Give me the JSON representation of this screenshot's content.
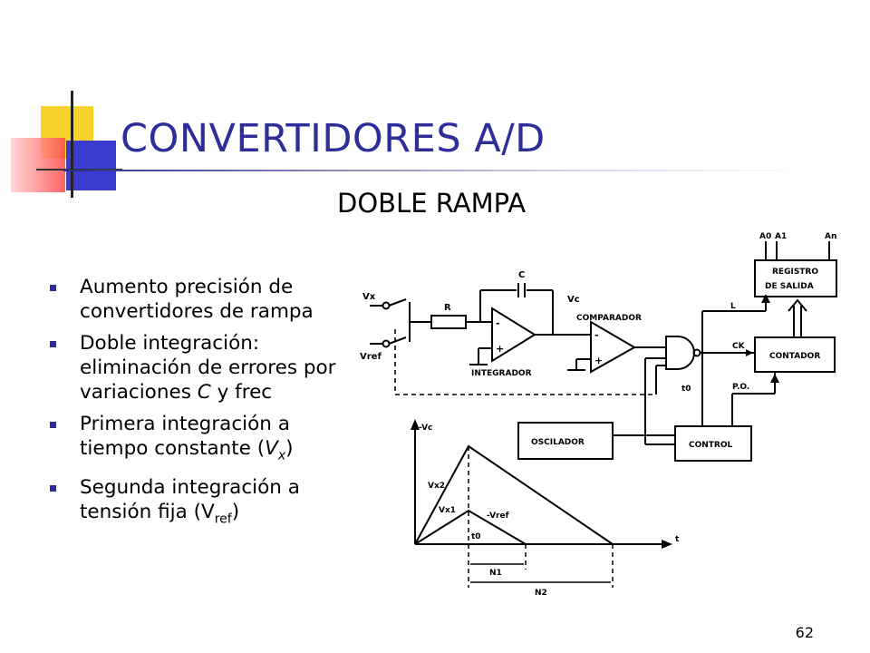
{
  "slide": {
    "title": "CONVERTIDORES A/D",
    "subtitle": "DOBLE RAMPA",
    "page_number": "62"
  },
  "bullets": [
    {
      "text": "Aumento precisión de convertidores de rampa"
    },
    {
      "text": "Doble integración: eliminación de errores por variaciones ",
      "italic": "C",
      "tail": " y frec"
    },
    {
      "text": "Primera integración a tiempo constante (",
      "italic": "V",
      "sub": "x",
      "tail": ")"
    },
    {
      "text": "Segunda integración a tensión fija (V",
      "sub": "ref",
      "tail": ")"
    }
  ],
  "circuit": {
    "labels": {
      "vx": "Vx",
      "vref": "Vref",
      "r": "R",
      "c": "C",
      "vc": "Vc",
      "integrador": "INTEGRADOR",
      "comparador": "COMPARADOR",
      "registro": "REGISTRO",
      "de_salida": "DE  SALIDA",
      "contador": "CONTADOR",
      "oscilador": "OSCILADOR",
      "control": "CONTROL",
      "l": "L",
      "ck": "CK",
      "po": "P.O.",
      "t0": "t0",
      "a0": "A0",
      "a1": "A1",
      "an": "An",
      "minus": "-",
      "plus": "+"
    }
  },
  "timing": {
    "labels": {
      "neg_vc": "-Vc",
      "vx2": "Vx2",
      "vx1": "Vx1",
      "neg_vref": "-Vref",
      "t0": "t0",
      "t": "t",
      "n1": "N1",
      "n2": "N2"
    }
  }
}
